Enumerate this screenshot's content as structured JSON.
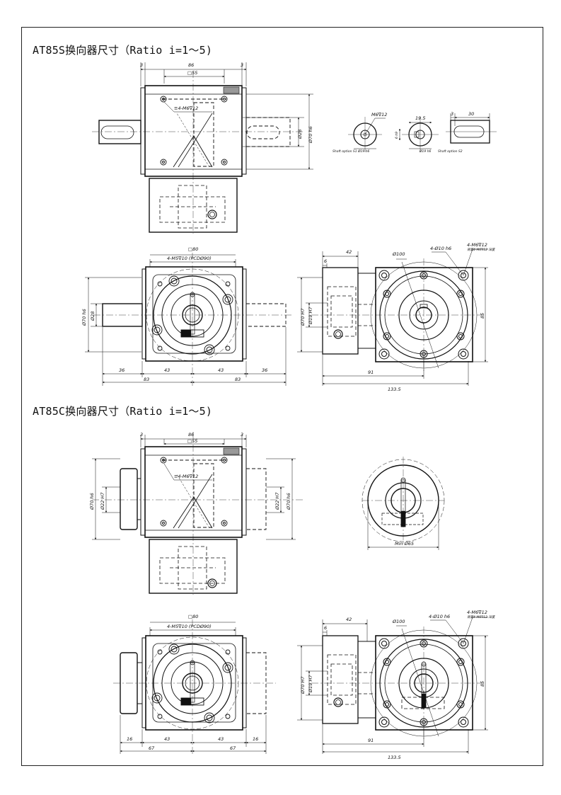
{
  "titles": {
    "s": "AT85S换向器尺寸（Ratio i=1～5)",
    "c": "AT85C换向器尺寸（Ratio i=1～5)"
  },
  "s_top": {
    "d3a": "3",
    "d86": "86",
    "d3b": "3",
    "d55": "□55",
    "thread": "≡4-M6∇12",
    "d28": "Ø28",
    "d70": "Ø70 h6"
  },
  "shafts": {
    "m6": "M6∇12",
    "d19a": "Ø19 h6",
    "opt1": "Shaft option S1",
    "d195": "19.5",
    "d6": "6 h9",
    "d19b": "Ø19 h6",
    "opt2": "Shaft option S2",
    "d3": "3",
    "d30": "30"
  },
  "s_front": {
    "sq80": "□80",
    "holes": "4-M5∇10 (PCDØ90)",
    "d70": "Ø70 h6",
    "d28": "Ø28",
    "d36a": "36",
    "d43a": "43",
    "d43b": "43",
    "d36b": "36",
    "d83a": "83",
    "d83b": "83"
  },
  "s_side": {
    "d42": "42",
    "d6": "6",
    "d100": "Ø100",
    "holes": "4-Ø10 h6",
    "thread": "4-M6∇12",
    "thread_note": "背面4-M6∇12 深度",
    "d70": "Ø70 H7",
    "d19": "Ø19 H7",
    "d85": "85",
    "d91": "91",
    "d1335": "133.5"
  },
  "c_top": {
    "d3a": "3",
    "d86": "86",
    "d3b": "3",
    "d55": "□55",
    "thread": "≡4-M6∇12",
    "d70a": "Ø70 h6",
    "d22a": "Ø22 H7",
    "d22b": "Ø22 H7",
    "d70b": "Ø70 h6"
  },
  "c_mid": {
    "min": "Min Ø65"
  },
  "c_front": {
    "sq80": "□80",
    "holes": "4-M5∇10 (PCDØ90)",
    "d16a": "16",
    "d43a": "43",
    "d43b": "43",
    "d16b": "16",
    "d67a": "67",
    "d67b": "67"
  },
  "c_side": {
    "d42": "42",
    "d6": "6",
    "d100": "Ø100",
    "holes": "4-Ø10 h6",
    "thread": "4-M6∇12",
    "thread_note": "背面4-M6∇12 深度",
    "d70": "Ø70 H7",
    "d19": "Ø19 H7",
    "d85": "85",
    "d91": "91",
    "d1335": "133.5"
  }
}
